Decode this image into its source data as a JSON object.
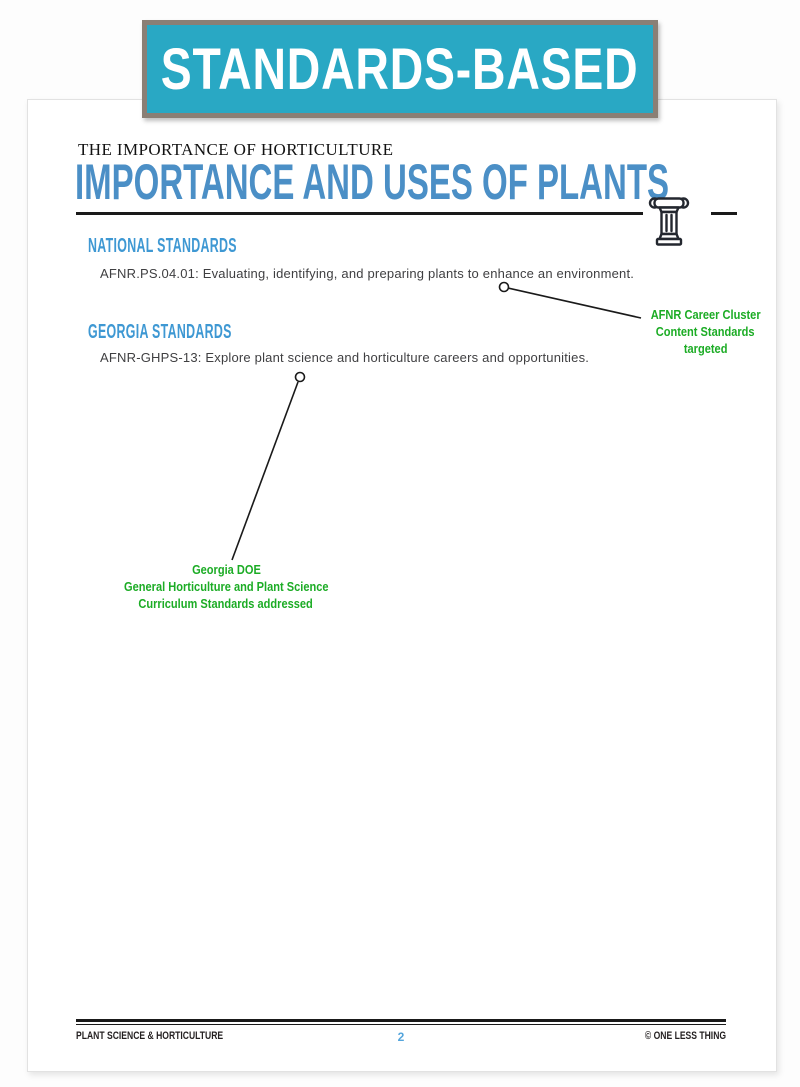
{
  "banner": {
    "label": "STANDARDS-BASED"
  },
  "header": {
    "kicker": "THE IMPORTANCE OF HORTICULTURE",
    "title": "IMPORTANCE AND USES OF PLANTS"
  },
  "sections": {
    "national": {
      "heading": "NATIONAL STANDARDS",
      "standard": "AFNR.PS.04.01: Evaluating, identifying, and preparing plants to enhance an environment."
    },
    "georgia": {
      "heading": "GEORGIA STANDARDS",
      "standard": "AFNR-GHPS-13: Explore plant science and horticulture careers and opportunities."
    }
  },
  "annotations": {
    "afnr": {
      "lines": [
        "AFNR Career Cluster",
        "Content Standards",
        "targeted"
      ]
    },
    "georgia_doe": {
      "lines": [
        "Georgia DOE",
        "General Horticulture and Plant Science",
        "Curriculum Standards addressed"
      ]
    }
  },
  "footer": {
    "left": "PLANT SCIENCE & HORTICULTURE",
    "page_number": "2",
    "right": "© ONE LESS THING"
  },
  "icons": {
    "column": "classical-column-icon"
  },
  "colors": {
    "banner_fill": "#29a8c4",
    "banner_border": "#8a7f75",
    "title_blue": "#4b8fc6",
    "section_heading_blue": "#3e98d3",
    "annotation_green": "#1cac25",
    "body_text": "#3f3f41",
    "page_number_blue": "#54a5dc"
  }
}
